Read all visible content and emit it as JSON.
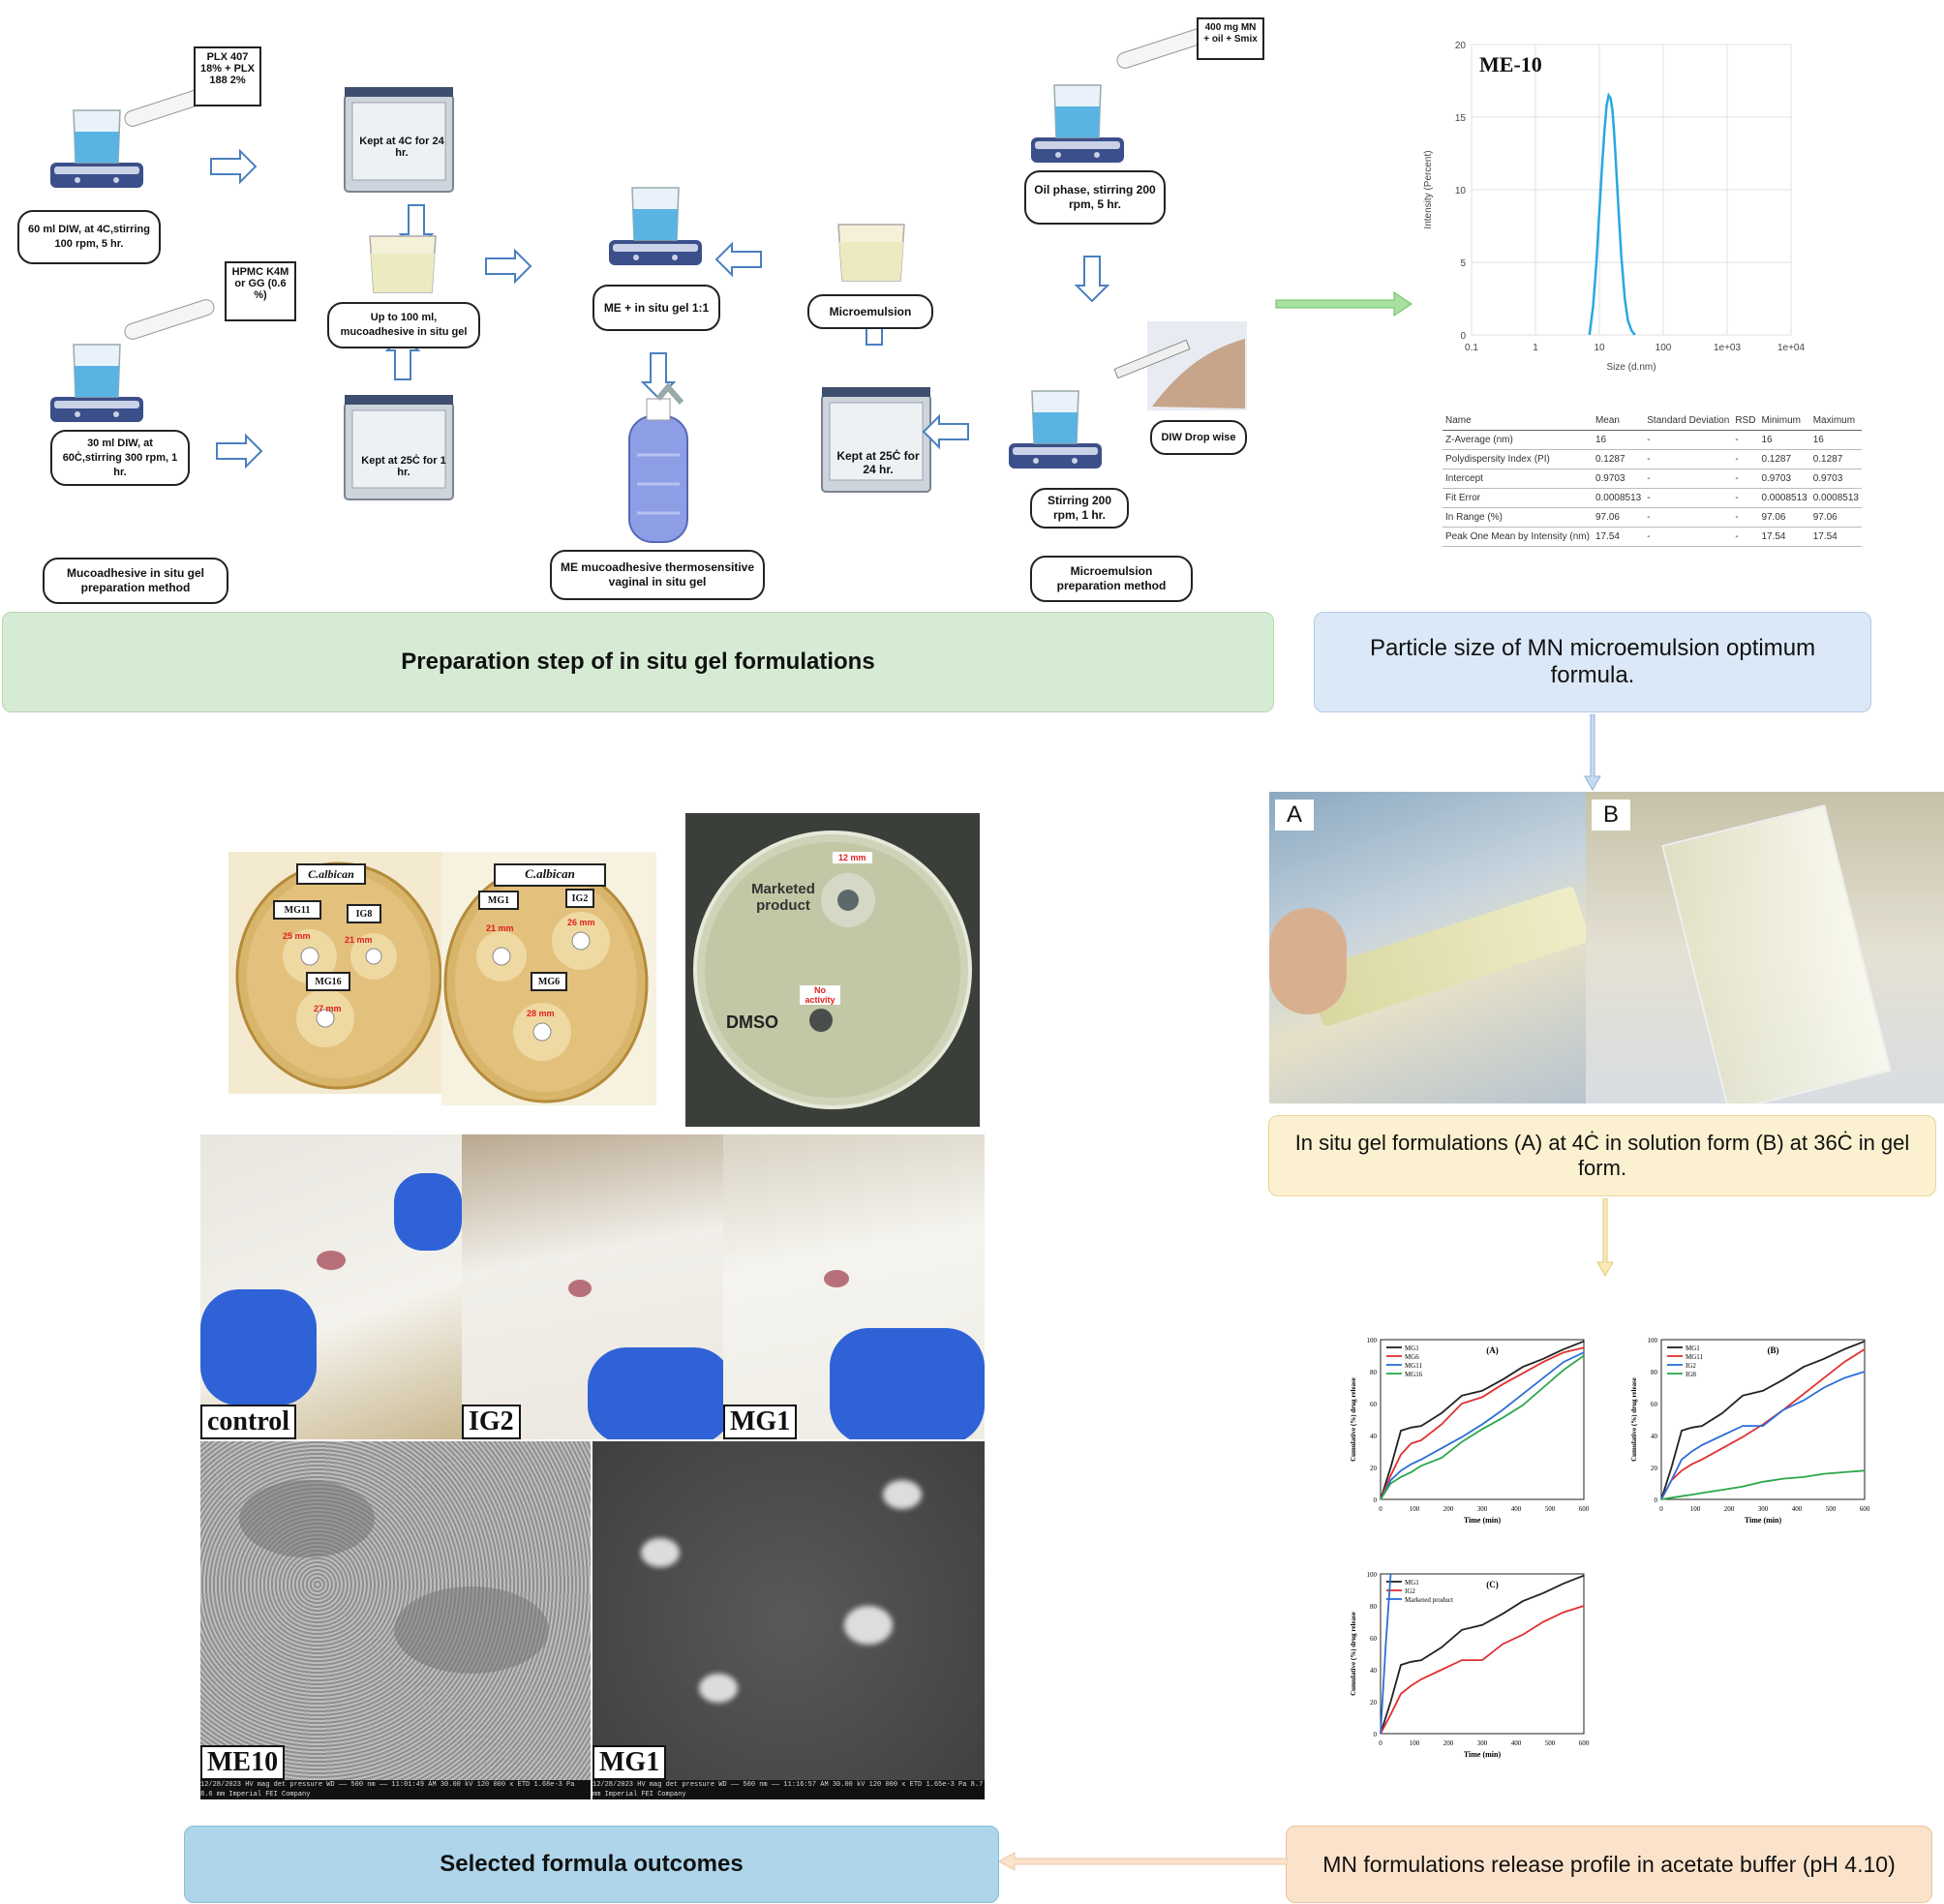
{
  "prep": {
    "plx": "PLX 407 18% + PLX 188 2%",
    "hpmc": "HPMC K4M or GG (0.6 %)",
    "diw60": "60 ml DIW, at 4C,stirring 100 rpm, 5 hr.",
    "diw30": "30 ml DIW, at 60Ċ,stirring 300 rpm, 1 hr.",
    "kept4": "Kept at 4C for 24 hr.",
    "upto": "Up to 100 ml, mucoadhesive in situ gel",
    "kept25a": "Kept at 25Ċ for 1 hr.",
    "me_gel": "ME + in situ gel 1:1",
    "final": "ME mucoadhesive thermosensitive vaginal in situ gel",
    "microemulsion": "Microemulsion",
    "kept25b": "Kept at 25Ċ for 24 hr.",
    "mn": "400 mg MN + oil + Smix",
    "oilphase": "Oil phase, stirring 200 rpm, 5 hr.",
    "diw_drop": "DIW Drop wise",
    "stirring": "Stirring 200 rpm, 1 hr.",
    "muco_method": "Mucoadhesive in situ gel preparation method",
    "micro_method": "Microemulsion preparation method"
  },
  "banners": {
    "prep": "Preparation step of in situ gel formulations",
    "particle": "Particle size of MN microemulsion optimum formula.",
    "insitu": "In situ gel formulations (A) at 4Ċ in solution form (B) at 36Ċ in gel form.",
    "release": "MN formulations release profile in acetate buffer (pH 4.10)",
    "outcomes": "Selected formula outcomes"
  },
  "psd": {
    "title": "ME-10",
    "ylabel": "Intensity (Percent)",
    "xlabel": "Size (d.nm)",
    "yticks": [
      "0",
      "5",
      "10",
      "15",
      "20"
    ],
    "xticks": [
      "0.1",
      "1",
      "10",
      "100",
      "1e+03",
      "1e+04"
    ],
    "table": {
      "headers": [
        "Name",
        "Mean",
        "Standard Deviation",
        "RSD",
        "Minimum",
        "Maximum"
      ],
      "rows": [
        [
          "Z-Average (nm)",
          "16",
          "-",
          "-",
          "16",
          "16"
        ],
        [
          "Polydispersity Index (PI)",
          "0.1287",
          "-",
          "-",
          "0.1287",
          "0.1287"
        ],
        [
          "Intercept",
          "0.9703",
          "-",
          "-",
          "0.9703",
          "0.9703"
        ],
        [
          "Fit Error",
          "0.0008513",
          "-",
          "-",
          "0.0008513",
          "0.0008513"
        ],
        [
          "In Range (%)",
          "97.06",
          "-",
          "-",
          "97.06",
          "97.06"
        ],
        [
          "Peak One Mean by Intensity (nm)",
          "17.54",
          "-",
          "-",
          "17.54",
          "17.54"
        ]
      ]
    }
  },
  "photos": {
    "a": "A",
    "b": "B",
    "control": "control",
    "ig2": "IG2",
    "mg1_rabbit": "MG1",
    "me10": "ME10",
    "mg1_sem": "MG1"
  },
  "plates": {
    "p1_title": "C.albican",
    "p1_labels": [
      "MG11",
      "IG8",
      "MG16"
    ],
    "p1_zones": [
      "25 mm",
      "21 mm",
      "27 mm"
    ],
    "p2_title": "C.albican",
    "p2_labels": [
      "MG1",
      "IG2",
      "MG6"
    ],
    "p2_zones": [
      "21 mm",
      "26 mm",
      "28 mm"
    ],
    "p3_marketed": "Marketed product",
    "p3_zone": "12 mm",
    "p3_dmso": "DMSO",
    "p3_noact": "No activity"
  },
  "sem": {
    "footer1": "12/28/2023  HV  mag  det  pressure  WD  —— 500 nm ——  11:01:49 AM 30.00 kV 120 000 x ETD 1.68e-3 Pa 8.6 mm  Imperial FEI Company",
    "footer2": "12/28/2023  HV  mag  det  pressure  WD  —— 500 nm ——  11:16:57 AM 30.00 kV 120 000 x ETD 1.65e-3 Pa 8.7 mm  Imperial FEI Company"
  },
  "release": {
    "ylabel": "Cumulative (%) drug release",
    "xlabel": "Time (min)",
    "xticks": [
      "0",
      "100",
      "200",
      "300",
      "400",
      "500",
      "600"
    ],
    "yticks": [
      "0",
      "20",
      "40",
      "60",
      "80",
      "100"
    ]
  },
  "chart_data": [
    {
      "type": "line",
      "title": "ME-10",
      "xlabel": "Size (d.nm)",
      "ylabel": "Intensity (Percent)",
      "xscale": "log",
      "xlim": [
        0.1,
        10000
      ],
      "ylim": [
        0,
        20
      ],
      "x": [
        7,
        8,
        9,
        10,
        11,
        12,
        13,
        14,
        15,
        16,
        17,
        18,
        20,
        22,
        25,
        28,
        32,
        36
      ],
      "series": [
        {
          "values": [
            0,
            2,
            5,
            8.5,
            11.5,
            14,
            15.8,
            16.5,
            16.3,
            15.5,
            14,
            12.2,
            8.5,
            5.5,
            2.5,
            1.0,
            0.3,
            0
          ],
          "color": "#29a8e0"
        }
      ]
    },
    {
      "type": "line",
      "title": "(A)",
      "xlabel": "Time (min)",
      "ylabel": "Cumulative (%) drug release",
      "xlim": [
        0,
        600
      ],
      "ylim": [
        0,
        100
      ],
      "x": [
        0,
        30,
        60,
        90,
        120,
        180,
        240,
        300,
        360,
        420,
        480,
        540,
        600
      ],
      "series": [
        {
          "name": "MG1",
          "color": "#222222",
          "values": [
            0,
            20,
            43,
            45,
            46,
            54,
            65,
            68,
            75,
            83,
            88,
            94,
            99
          ]
        },
        {
          "name": "MG6",
          "color": "#e03030",
          "values": [
            0,
            15,
            28,
            35,
            37,
            47,
            60,
            64,
            72,
            79,
            86,
            92,
            95
          ]
        },
        {
          "name": "MG11",
          "color": "#2c6fd6",
          "values": [
            0,
            12,
            18,
            22,
            25,
            32,
            39,
            47,
            56,
            66,
            76,
            86,
            92
          ]
        },
        {
          "name": "MG16",
          "color": "#2aa84a",
          "values": [
            0,
            10,
            14,
            17,
            21,
            26,
            36,
            44,
            51,
            59,
            70,
            81,
            90
          ]
        }
      ]
    },
    {
      "type": "line",
      "title": "(B)",
      "xlabel": "Time (min)",
      "ylabel": "Cumulative (%) drug release",
      "xlim": [
        0,
        600
      ],
      "ylim": [
        0,
        100
      ],
      "x": [
        0,
        30,
        60,
        90,
        120,
        180,
        240,
        300,
        360,
        420,
        480,
        540,
        600
      ],
      "series": [
        {
          "name": "MG1",
          "color": "#222222",
          "values": [
            0,
            20,
            43,
            45,
            46,
            54,
            65,
            68,
            75,
            83,
            88,
            94,
            99
          ]
        },
        {
          "name": "MG11",
          "color": "#e03030",
          "values": [
            0,
            12,
            18,
            22,
            25,
            32,
            39,
            47,
            56,
            66,
            76,
            86,
            94
          ]
        },
        {
          "name": "IG2",
          "color": "#2c6fd6",
          "values": [
            0,
            12,
            25,
            30,
            34,
            40,
            46,
            46,
            56,
            62,
            70,
            76,
            80
          ]
        },
        {
          "name": "IG8",
          "color": "#2aa84a",
          "values": [
            0,
            1,
            2,
            3,
            4,
            6,
            8,
            11,
            13,
            14,
            16,
            17,
            18
          ]
        }
      ]
    },
    {
      "type": "line",
      "title": "(C)",
      "xlabel": "Time (min)",
      "ylabel": "Cumulative (%) drug release",
      "xlim": [
        0,
        600
      ],
      "ylim": [
        0,
        100
      ],
      "series": [
        {
          "name": "MG1",
          "color": "#222222",
          "x": [
            0,
            30,
            60,
            90,
            120,
            180,
            240,
            300,
            360,
            420,
            480,
            540,
            600
          ],
          "values": [
            0,
            20,
            43,
            45,
            46,
            54,
            65,
            68,
            75,
            83,
            88,
            94,
            99
          ]
        },
        {
          "name": "IG2",
          "color": "#e03030",
          "x": [
            0,
            30,
            60,
            90,
            120,
            180,
            240,
            300,
            360,
            420,
            480,
            540,
            600
          ],
          "values": [
            0,
            12,
            25,
            30,
            34,
            40,
            46,
            46,
            56,
            62,
            70,
            76,
            80
          ]
        },
        {
          "name": "Marketed product",
          "color": "#2c6fd6",
          "x": [
            0,
            15,
            30
          ],
          "values": [
            0,
            55,
            100
          ]
        }
      ]
    }
  ]
}
